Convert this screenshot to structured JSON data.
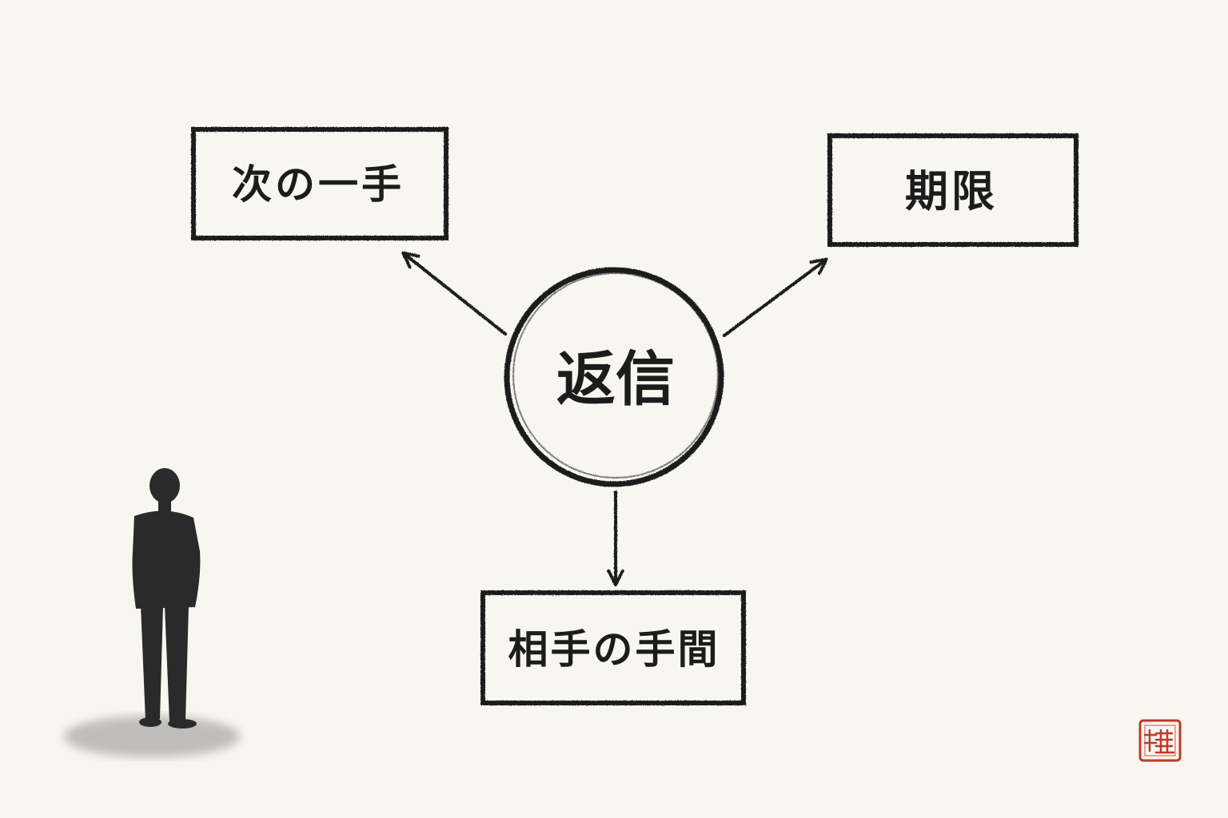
{
  "diagram": {
    "center": {
      "label": "返信"
    },
    "nodes": [
      {
        "id": "next-move",
        "label": "次の一手"
      },
      {
        "id": "deadline",
        "label": "期限"
      },
      {
        "id": "other-effort",
        "label": "相手の手間"
      }
    ],
    "edges": [
      {
        "from": "center",
        "to": "next-move"
      },
      {
        "from": "center",
        "to": "deadline"
      },
      {
        "from": "center",
        "to": "other-effort"
      }
    ]
  },
  "colors": {
    "background": "#f8f6f0",
    "ink": "#1c1c1c",
    "seal": "#c0392b"
  }
}
